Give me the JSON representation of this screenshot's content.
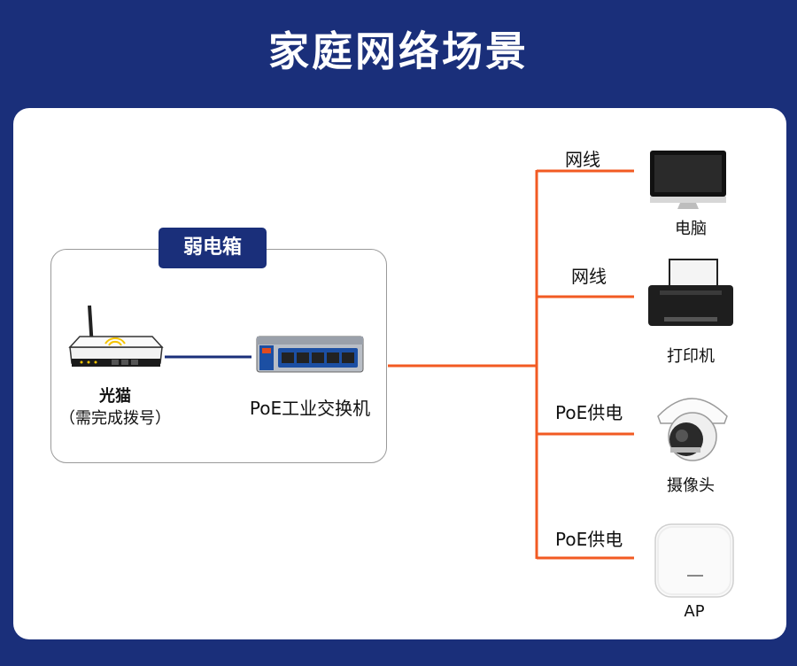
{
  "title": "家庭网络场景",
  "closet": {
    "label": "弱电箱"
  },
  "modem": {
    "label": "光猫",
    "sublabel": "（需完成拨号）"
  },
  "switch": {
    "label": "PoE工业交换机"
  },
  "branches": [
    {
      "line_label": "网线",
      "device_label": "电脑",
      "icon": "monitor-icon"
    },
    {
      "line_label": "网线",
      "device_label": "打印机",
      "icon": "printer-icon"
    },
    {
      "line_label": "PoE供电",
      "device_label": "摄像头",
      "icon": "dome-camera-icon"
    },
    {
      "line_label": "PoE供电",
      "device_label": "AP",
      "icon": "access-point-icon"
    }
  ],
  "colors": {
    "background": "#1a2f7a",
    "poe_line": "#f25a22",
    "uplink_line": "#1a2f7a"
  }
}
